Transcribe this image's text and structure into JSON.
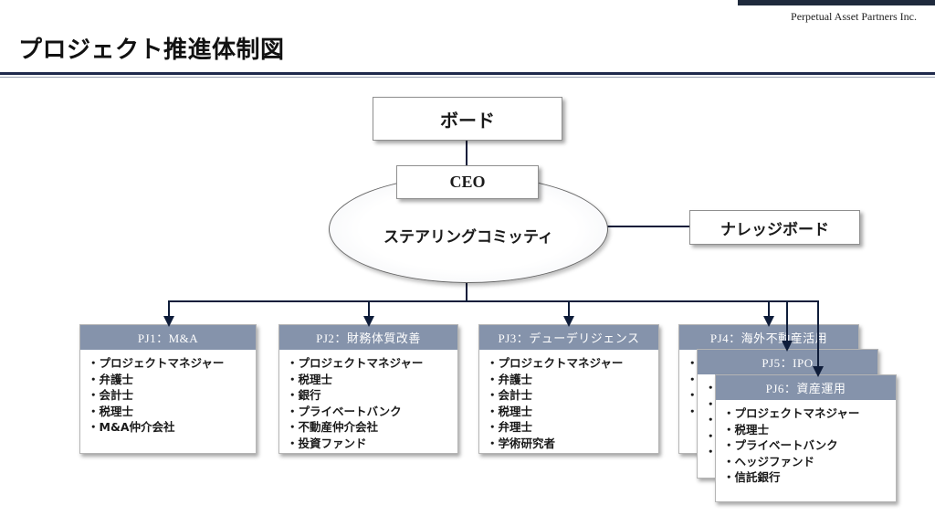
{
  "header": {
    "company": "Perpetual Asset Partners Inc.",
    "title": "プロジェクト推進体制図"
  },
  "org": {
    "board": "ボード",
    "ceo": "CEO",
    "steering": "ステアリングコミッティ",
    "knowledge_board": "ナレッジボード"
  },
  "projects": [
    {
      "title": "PJ1：M&A",
      "members": [
        "プロジェクトマネジャー",
        "弁護士",
        "会計士",
        "税理士",
        "M&A仲介会社"
      ]
    },
    {
      "title": "PJ2：財務体質改善",
      "members": [
        "プロジェクトマネジャー",
        "税理士",
        "銀行",
        "プライベートバンク",
        "不動産仲介会社",
        "投資ファンド"
      ]
    },
    {
      "title": "PJ3：デューデリジェンス",
      "members": [
        "プロジェクトマネジャー",
        "弁護士",
        "会計士",
        "税理士",
        "弁理士",
        "学術研究者"
      ]
    },
    {
      "title": "PJ4：海外不動産活用",
      "members": [
        "",
        "",
        "",
        ""
      ]
    },
    {
      "title": "PJ5：IPO",
      "members": [
        "",
        "",
        "",
        "",
        ""
      ]
    },
    {
      "title": "PJ6：資産運用",
      "members": [
        "プロジェクトマネジャー",
        "税理士",
        "プライベートバンク",
        "ヘッジファンド",
        "信託銀行"
      ]
    }
  ],
  "colors": {
    "header_bar": "#8593ab",
    "rule": "#1f2a4c",
    "connector": "#0f1d3a"
  }
}
